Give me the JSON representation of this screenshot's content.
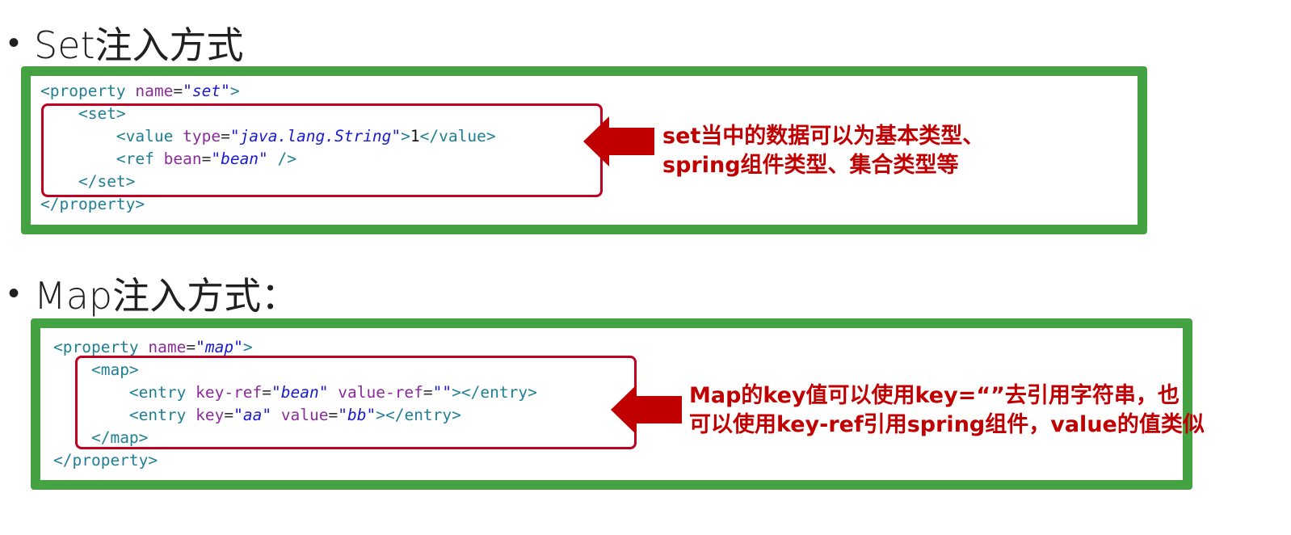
{
  "set_section": {
    "heading": "Set注入方式",
    "code_lines": [
      [
        [
          "tag",
          "<property "
        ],
        [
          "attr",
          "name"
        ],
        [
          "eq",
          "="
        ],
        [
          "str",
          "\"set\""
        ],
        [
          "tag",
          ">"
        ]
      ],
      [
        [
          "txt",
          "    "
        ],
        [
          "tag",
          "<set>"
        ]
      ],
      [
        [
          "txt",
          "        "
        ],
        [
          "tag",
          "<value "
        ],
        [
          "attr",
          "type"
        ],
        [
          "eq",
          "="
        ],
        [
          "str",
          "\"java.lang.String\""
        ],
        [
          "tag",
          ">"
        ],
        [
          "txt",
          "1"
        ],
        [
          "tag",
          "</value>"
        ]
      ],
      [
        [
          "txt",
          "        "
        ],
        [
          "tag",
          "<ref "
        ],
        [
          "attr",
          "bean"
        ],
        [
          "eq",
          "="
        ],
        [
          "str",
          "\"bean\""
        ],
        [
          "txt",
          " "
        ],
        [
          "tag",
          "/>"
        ]
      ],
      [
        [
          "txt",
          "    "
        ],
        [
          "tag",
          "</set>"
        ]
      ],
      [
        [
          "tag",
          "</property>"
        ]
      ]
    ],
    "note_lines": [
      "set当中的数据可以为基本类型、",
      "spring组件类型、集合类型等"
    ]
  },
  "map_section": {
    "heading": "Map注入方式：",
    "code_lines": [
      [
        [
          "tag",
          "<property "
        ],
        [
          "attr",
          "name"
        ],
        [
          "eq",
          "="
        ],
        [
          "str",
          "\"map\""
        ],
        [
          "tag",
          ">"
        ]
      ],
      [
        [
          "txt",
          "    "
        ],
        [
          "tag",
          "<map>"
        ]
      ],
      [
        [
          "txt",
          "        "
        ],
        [
          "tag",
          "<entry "
        ],
        [
          "attr",
          "key-ref"
        ],
        [
          "eq",
          "="
        ],
        [
          "str",
          "\"bean\""
        ],
        [
          "txt",
          " "
        ],
        [
          "attr",
          "value-ref"
        ],
        [
          "eq",
          "="
        ],
        [
          "str",
          "\"\""
        ],
        [
          "tag",
          "></entry>"
        ]
      ],
      [
        [
          "txt",
          "        "
        ],
        [
          "tag",
          "<entry "
        ],
        [
          "attr",
          "key"
        ],
        [
          "eq",
          "="
        ],
        [
          "str",
          "\"aa\""
        ],
        [
          "txt",
          " "
        ],
        [
          "attr",
          "value"
        ],
        [
          "eq",
          "="
        ],
        [
          "str",
          "\"bb\""
        ],
        [
          "tag",
          "></entry>"
        ]
      ],
      [
        [
          "txt",
          "    "
        ],
        [
          "tag",
          "</map>"
        ]
      ],
      [
        [
          "tag",
          "</property>"
        ]
      ]
    ],
    "note_lines": [
      "Map的key值可以使用key=“”去引用字符串，也",
      "可以使用key-ref引用spring组件，value的值类似"
    ]
  },
  "colors": {
    "frame_green": "#45a242",
    "highlight_red": "#c00020",
    "note_red": "#c00000"
  }
}
